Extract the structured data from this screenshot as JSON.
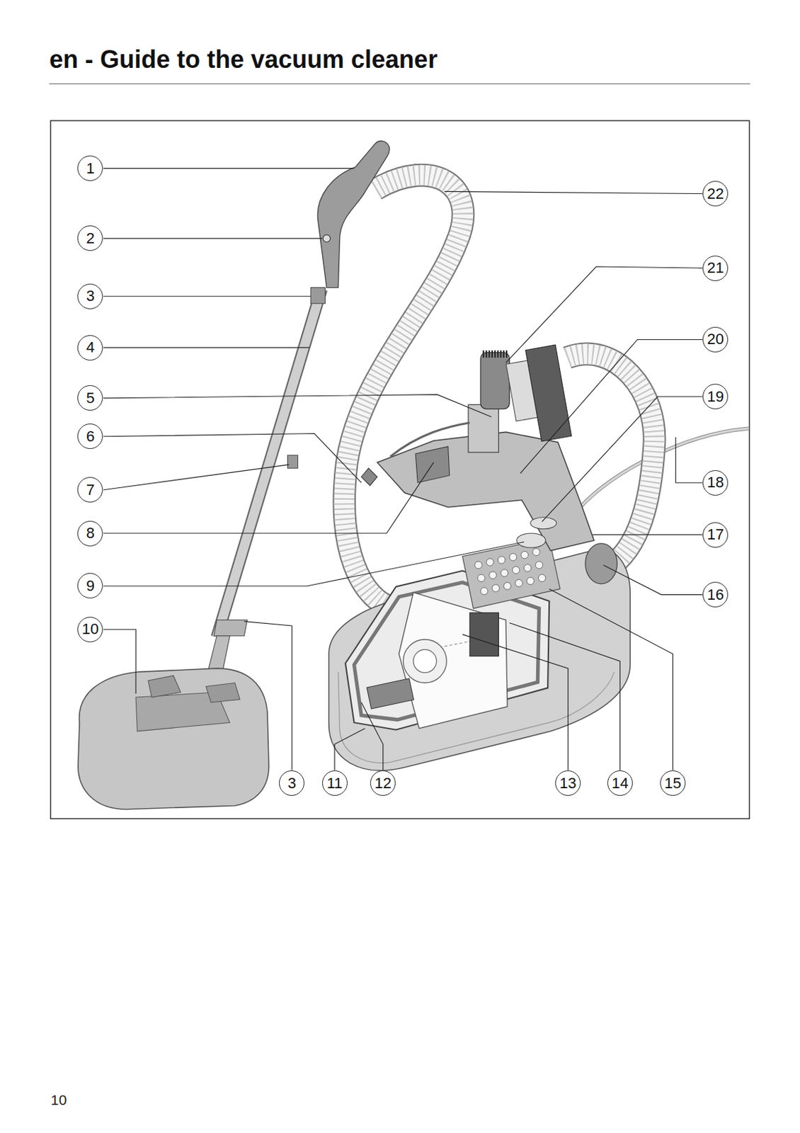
{
  "diagram": {
    "title": "en - Guide to the vacuum cleaner",
    "nodes": [
      {
        "text": [
          "1"
        ]
      },
      {
        "text": [
          "2"
        ]
      },
      {
        "text": [
          "3"
        ]
      },
      {
        "text": [
          "4"
        ]
      },
      {
        "text": [
          "5"
        ]
      },
      {
        "text": [
          "6"
        ]
      },
      {
        "text": [
          "7"
        ]
      },
      {
        "text": [
          "8"
        ]
      },
      {
        "text": [
          "9"
        ]
      },
      {
        "text": [
          "10"
        ]
      },
      {
        "text": [
          "22"
        ]
      },
      {
        "text": [
          "21"
        ]
      },
      {
        "text": [
          "20"
        ]
      },
      {
        "text": [
          "19"
        ]
      },
      {
        "text": [
          "18"
        ]
      },
      {
        "text": [
          "17"
        ]
      },
      {
        "text": [
          "16"
        ]
      },
      {
        "text": [
          "3"
        ]
      },
      {
        "text": [
          "11"
        ]
      },
      {
        "text": [
          "12"
        ]
      },
      {
        "text": [
          "13"
        ]
      },
      {
        "text": [
          "14"
        ]
      },
      {
        "text": [
          "15"
        ]
      }
    ],
    "labels": [
      "10"
    ]
  }
}
